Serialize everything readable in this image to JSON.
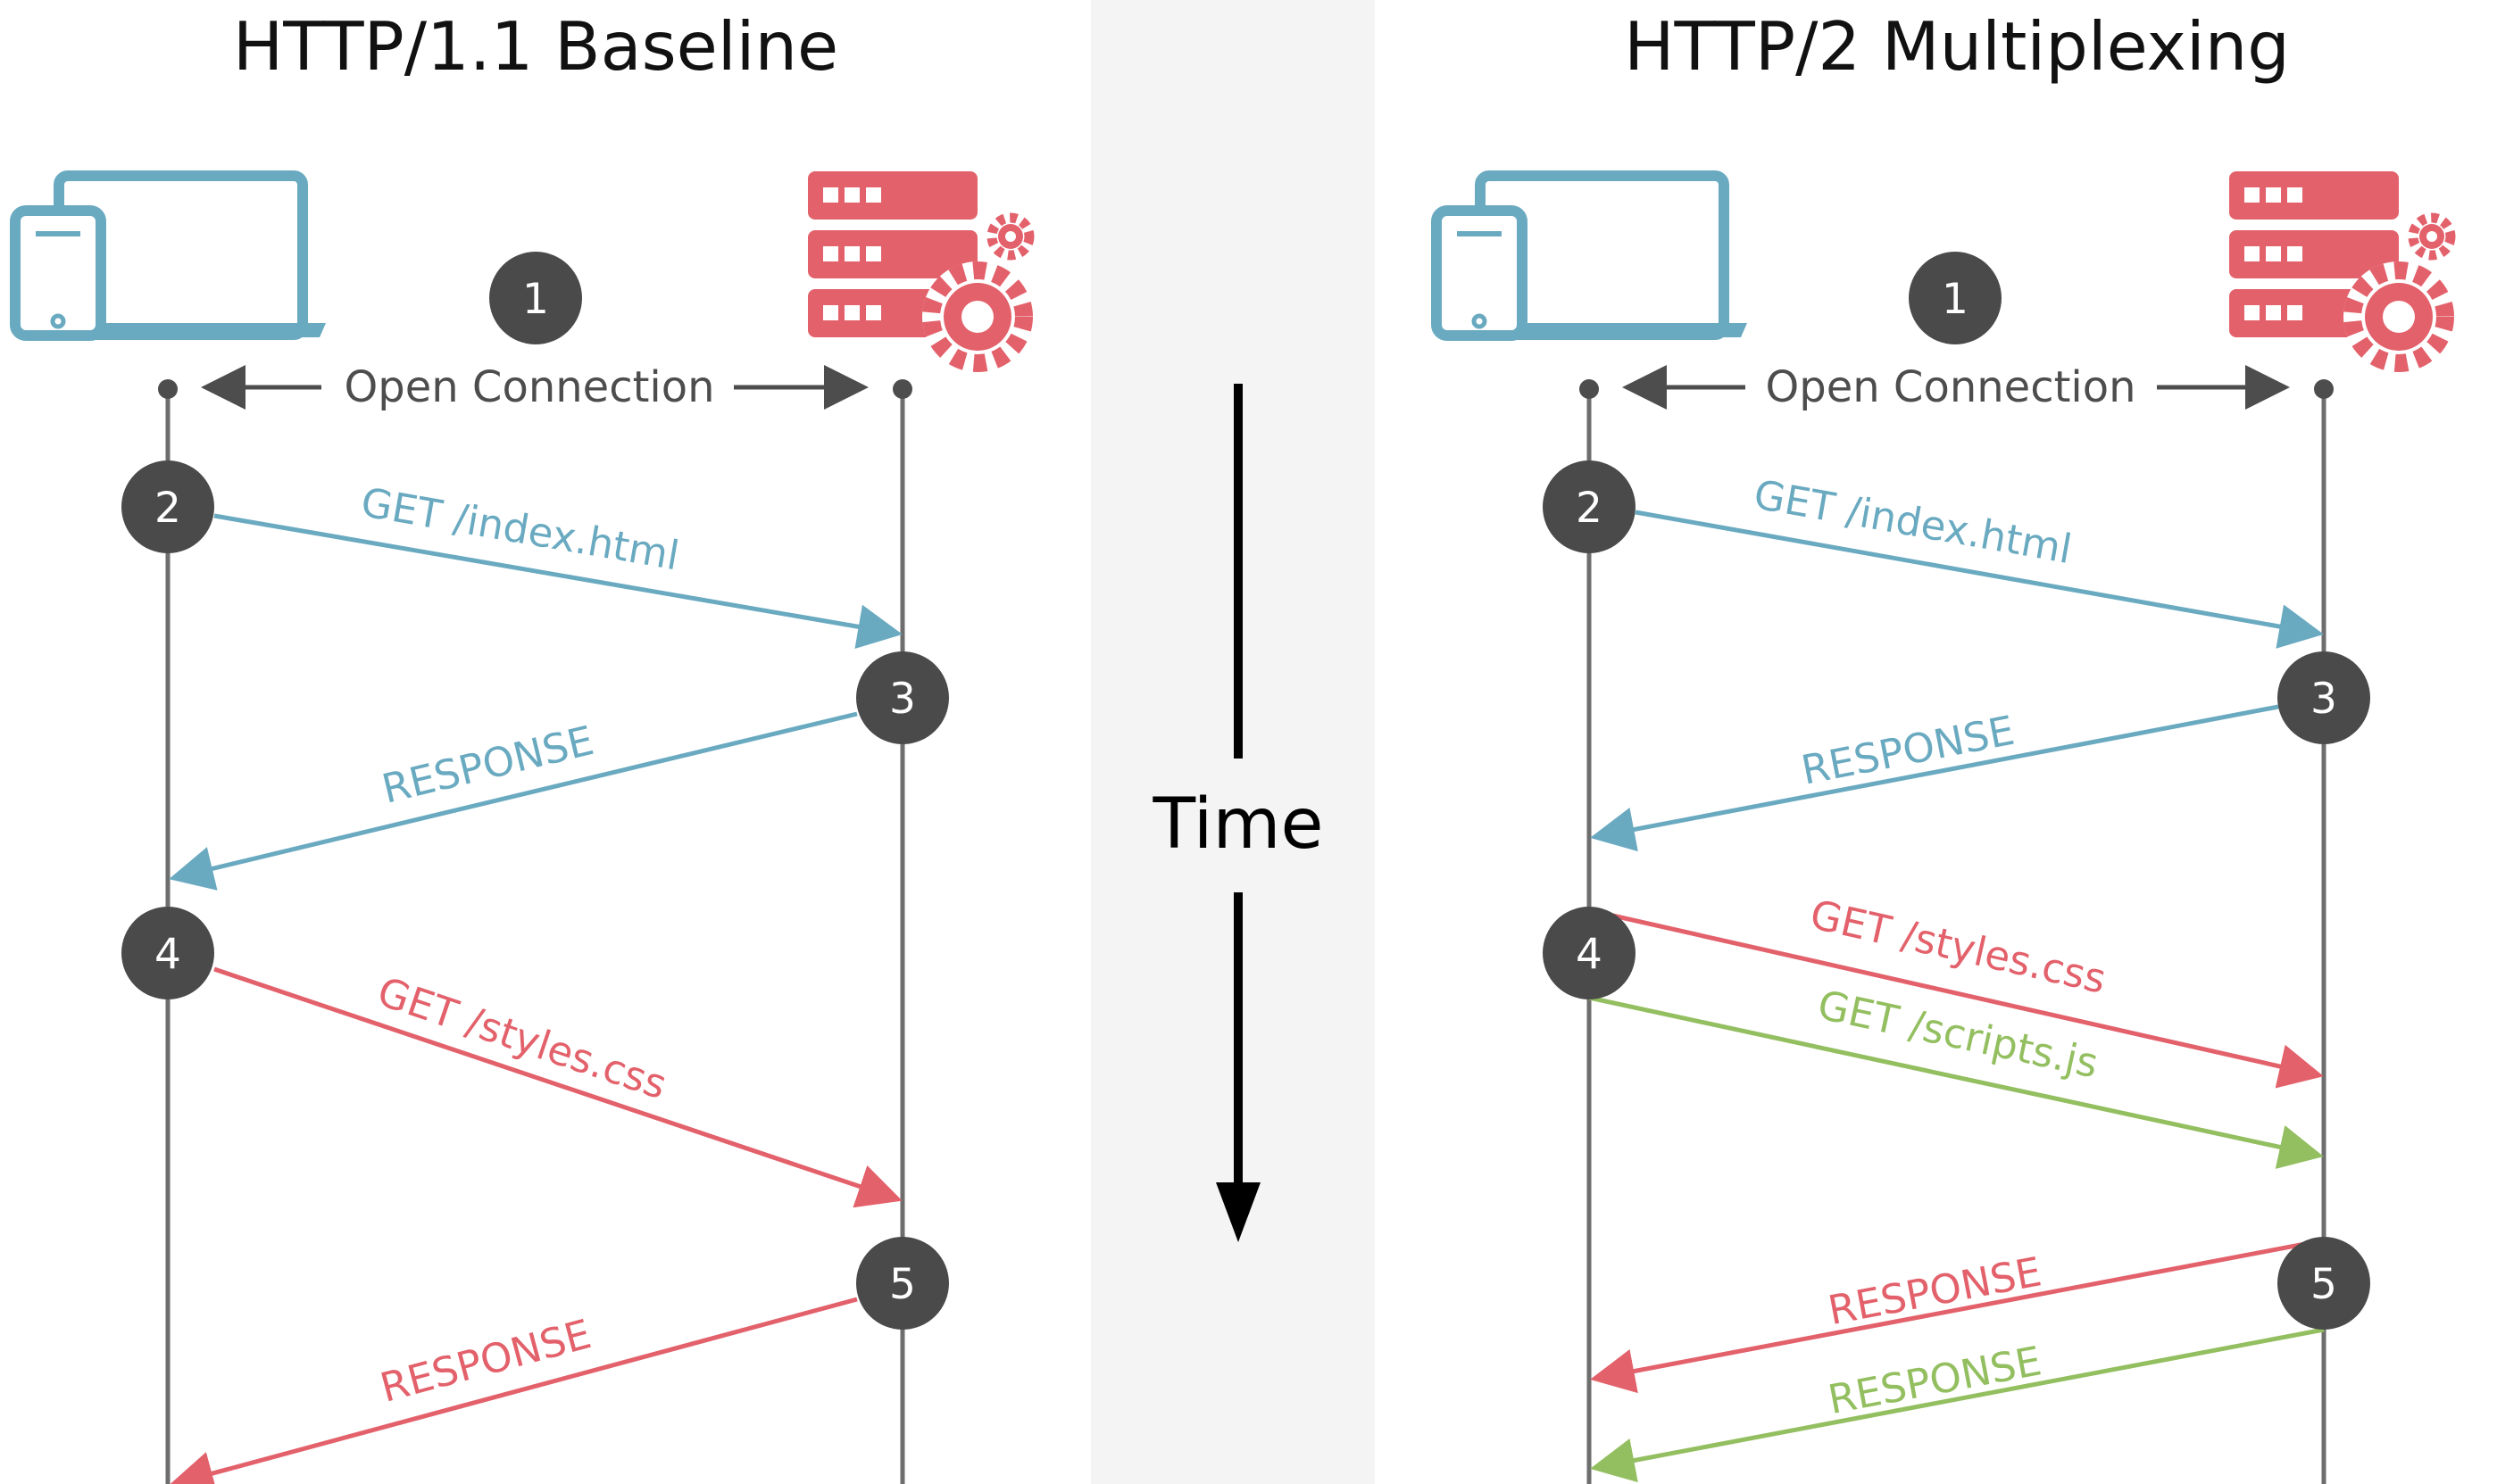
{
  "panels": {
    "left": {
      "title": "HTTP/1.1 Baseline"
    },
    "right": {
      "title": "HTTP/2 Multiplexing"
    }
  },
  "time_axis": {
    "label": "Time"
  },
  "open_connection": {
    "label": "Open Connection"
  },
  "steps": {
    "s1": "1",
    "s2": "2",
    "s3": "3",
    "s4": "4",
    "s5": "5"
  },
  "messages": {
    "left": {
      "get_index": "GET /index.html",
      "response_index": "RESPONSE",
      "get_styles": "GET /styles.css",
      "response_styles": "RESPONSE"
    },
    "right": {
      "get_index": "GET /index.html",
      "response_index": "RESPONSE",
      "get_styles": "GET /styles.css",
      "get_scripts": "GET /scripts.js",
      "response_styles": "RESPONSE",
      "response_scripts": "RESPONSE"
    }
  },
  "icons": {
    "client": "laptop-phone-icon",
    "server": "server-gear-icon"
  },
  "colors": {
    "blue": "#6aaac1",
    "red": "#e3616b",
    "green": "#93bf60",
    "lifeline": "#6e6e6e",
    "badge": "#4a4a4a",
    "divider": "#f4f4f4"
  }
}
